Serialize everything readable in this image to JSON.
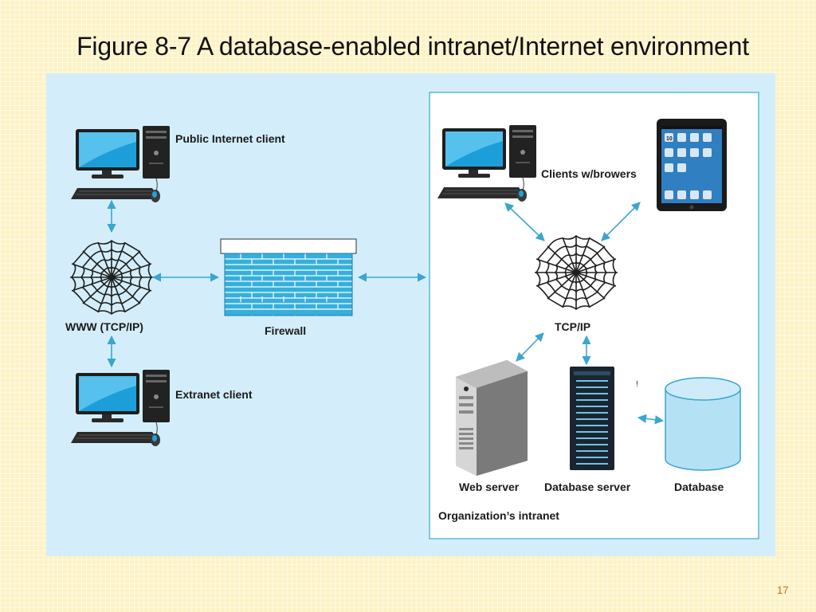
{
  "slide": {
    "title": "Figure 8-7 A database-enabled intranet/Internet environment",
    "page_number": "17"
  },
  "diagram": {
    "public_client_label": "Public Internet client",
    "www_label": "WWW (TCP/IP)",
    "extranet_client_label": "Extranet client",
    "firewall_label": "Firewall",
    "clients_label": "Clients w/browers",
    "tcpip_label": "TCP/IP",
    "web_server_label": "Web server",
    "db_server_label": "Database server",
    "database_label": "Database",
    "intranet_label": "Organization’s intranet",
    "stray_mark": "!",
    "tablet_icon_text": "10",
    "colors": {
      "panel_bg": "#d3eefa",
      "arrow": "#3aa6cf",
      "firewall": "#35afdb",
      "database_cylinder": "#b5e1f5",
      "intranet_border": "#5bb7d6"
    }
  }
}
